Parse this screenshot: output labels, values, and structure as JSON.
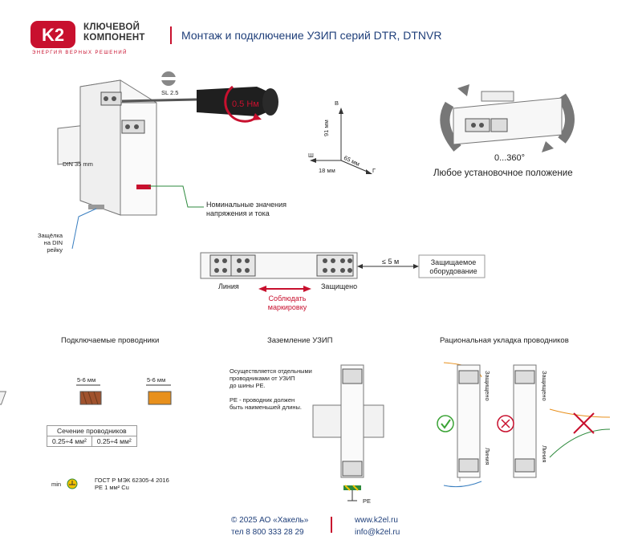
{
  "header": {
    "logo_line1": "КЛЮЧЕВОЙ",
    "logo_line2": "КОМПОНЕНТ",
    "logo_tagline": "ЭНЕРГИЯ ВЕРНЫХ РЕШЕНИЙ",
    "title": "Монтаж и подключение УЗИП серий DTR, DTNVR"
  },
  "install": {
    "tool_label": "SL 2.5",
    "torque": "0.5 Нм",
    "din_label": "DIN 35 mm",
    "nominal_line1": "Номинальные значения",
    "nominal_line2": "напряжения и тока",
    "latch_line1": "Защёлка",
    "latch_line2": "на DIN",
    "latch_line3": "рейку"
  },
  "dimensions": {
    "axis_v": "В",
    "axis_w": "Ш",
    "axis_g": "Г",
    "height": "91 мм",
    "depth": "65 мм",
    "width": "18 мм"
  },
  "rotation": {
    "angle": "0...360°",
    "caption": "Любое установочное положение"
  },
  "wiring": {
    "line": "Линия",
    "protected": "Защищено",
    "distance": "≤ 5 м",
    "equipment_line1": "Защищаемое",
    "equipment_line2": "оборудование",
    "marking_line1": "Соблюдать",
    "marking_line2": "маркировку"
  },
  "conductors": {
    "title": "Подключаемые проводники",
    "strip_1": "5-6 мм",
    "strip_2": "5-6 мм",
    "section_title": "Сечение проводников",
    "section_1": "0.25÷4 мм²",
    "section_2": "0.25÷4 мм²",
    "min_label": "min",
    "standard_line1": "ГОСТ Р МЭК 62305-4 2016",
    "standard_line2": "PE 1 мм² Cu"
  },
  "grounding": {
    "title": "Заземление УЗИП",
    "note1_line1": "Осуществляется отдельными",
    "note1_line2": "проводниками от УЗИП",
    "note1_line3": "до шины PE.",
    "note2_line1": "PE - проводник должен",
    "note2_line2": "быть наименьшей длины.",
    "pe_label": "PE"
  },
  "routing": {
    "title": "Рациональная укладка проводников",
    "protected_1": "Защищено",
    "line_1": "Линия",
    "protected_2": "Защищено",
    "line_2": "Линия"
  },
  "footer": {
    "copyright": "© 2025 АО «Хакель»",
    "phone": "тел 8 800 333 28 29",
    "website": "www.k2el.ru",
    "email": "info@k2el.ru"
  },
  "colors": {
    "brand_red": "#c8102e",
    "title_blue": "#1f3f7a",
    "ok_green": "#3aa335",
    "wire_orange": "#e8901c",
    "wire_green": "#2d8a3c",
    "wire_blue": "#3a7fc0"
  }
}
